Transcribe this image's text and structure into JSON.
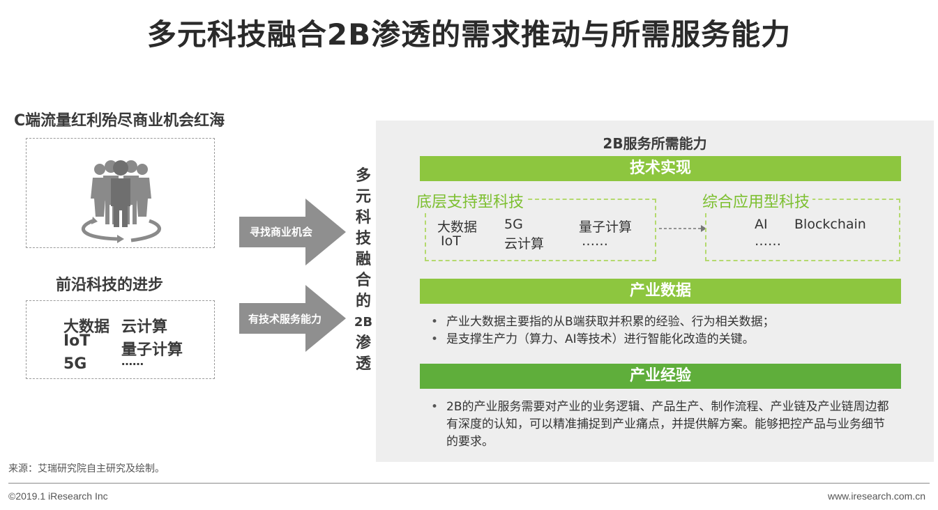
{
  "title": "多元科技融合2B渗透的需求推动与所需服务能力",
  "left": {
    "c_heading": "C端流量红利殆尽商业机会红海",
    "tech_heading": "前沿科技的进步",
    "tech_items": [
      "大数据",
      "IoT",
      "5G",
      "云计算",
      "量子计算",
      "……"
    ]
  },
  "arrows": [
    "寻找商业机会",
    "有技术服务能力"
  ],
  "vertical_text": [
    "多",
    "元",
    "科",
    "技",
    "融",
    "合",
    "的",
    "2B",
    "渗",
    "透"
  ],
  "panel": {
    "title": "2B服务所需能力",
    "tech": {
      "bar": "技术实现",
      "base": {
        "title": "底层支持型科技",
        "items": [
          "大数据",
          "5G",
          "量子计算",
          "IoT",
          "云计算",
          "……"
        ]
      },
      "app": {
        "title": "综合应用型科技",
        "items": [
          "AI",
          "Blockchain",
          "……"
        ]
      }
    },
    "data": {
      "bar": "产业数据",
      "bullets": [
        "产业大数据主要指的从B端获取并积累的经验、行为相关数据；",
        "是支撑生产力（算力、AI等技术）进行智能化改造的关键。"
      ]
    },
    "experience": {
      "bar": "产业经验",
      "bullets": [
        "2B的产业服务需要对产业的业务逻辑、产品生产、制作流程、产业链及产业链周边都有深度的认知，可以精准捕捉到产业痛点，并提供解方案。能够把控产品与业务细节的要求。"
      ]
    }
  },
  "footer": {
    "source": "来源：艾瑞研究院自主研究及绘制。",
    "copyright": "©2019.1 iResearch Inc",
    "site": "www.iresearch.com.cn"
  },
  "colors": {
    "green_light": "#8dc63f",
    "green_dark": "#5fae3b",
    "dash_green": "#b4d96e",
    "arrow_gray": "#8f8f8f"
  },
  "icons": [
    "people-group-icon",
    "cycle-arrows-icon",
    "dashed-arrow-icon"
  ]
}
